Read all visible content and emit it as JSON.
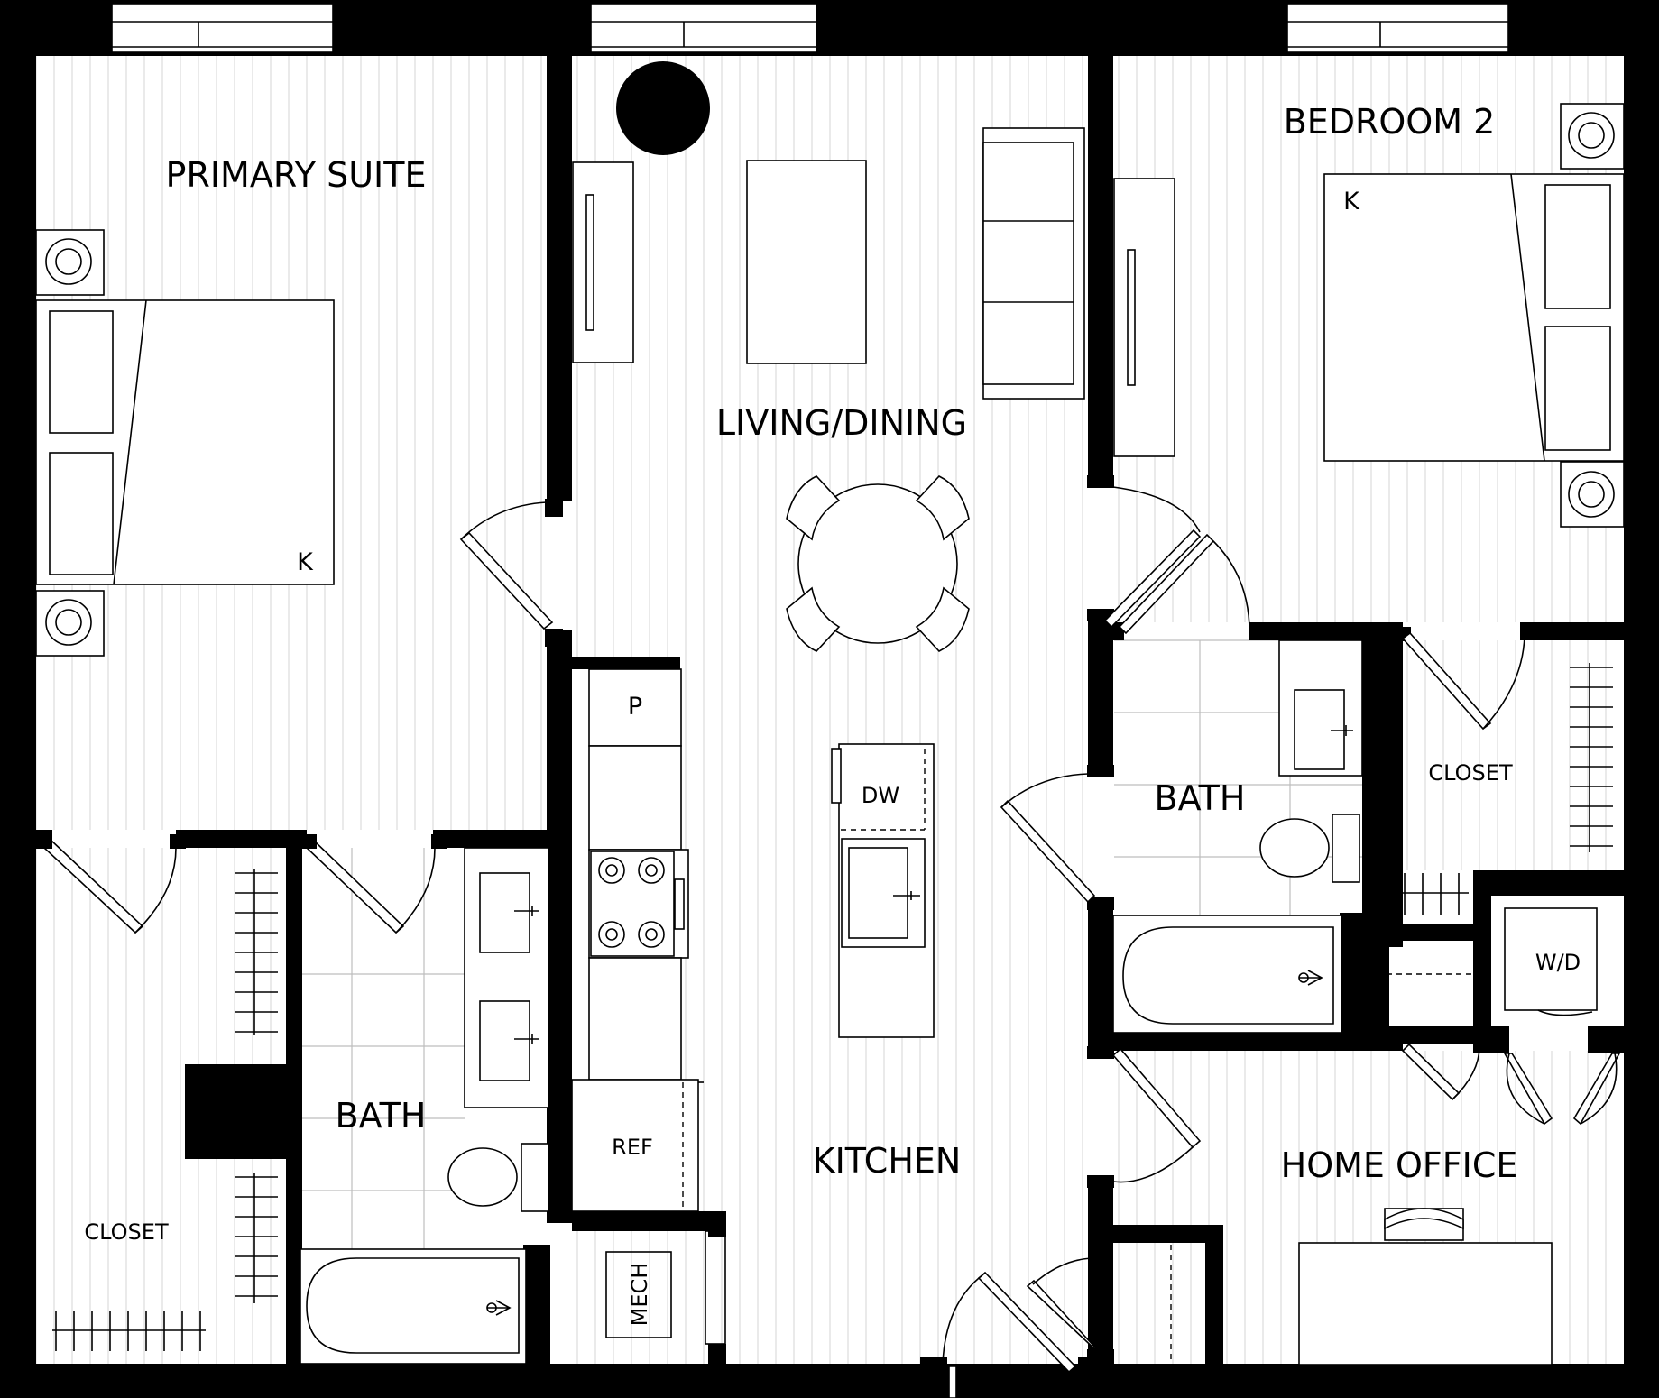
{
  "rooms": {
    "primary_suite": "PRIMARY SUITE",
    "living_dining": "LIVING/DINING",
    "bedroom_2": "BEDROOM 2",
    "bath_primary": "BATH",
    "bath_2": "BATH",
    "closet_primary": "CLOSET",
    "closet_bedroom2": "CLOSET",
    "kitchen": "KITCHEN",
    "home_office": "HOME OFFICE"
  },
  "fixtures": {
    "bed_primary": "K",
    "bed_bedroom2": "K",
    "pantry": "P",
    "dishwasher": "DW",
    "refrigerator": "REF",
    "mechanical": "MECH",
    "washer_dryer": "W/D"
  },
  "colors": {
    "wall": "#000000",
    "background": "#ffffff",
    "floor_lines": "#d4d4d4",
    "tile_grid": "#bdbdbd"
  }
}
